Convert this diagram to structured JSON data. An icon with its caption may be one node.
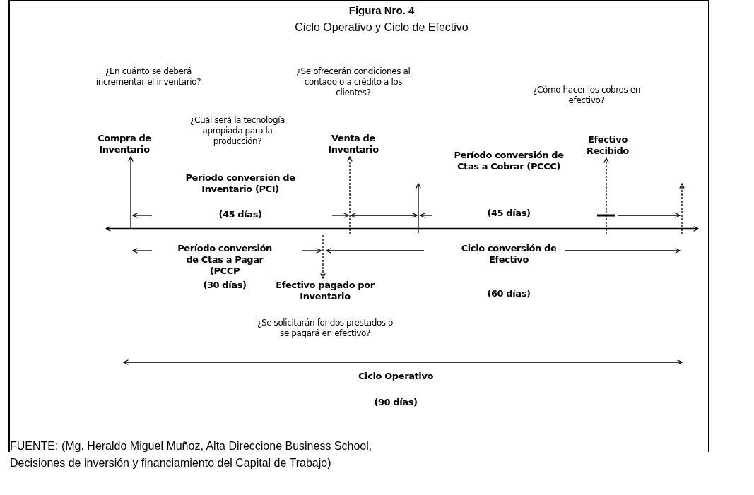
{
  "diagram": {
    "title": "Figura Nro. 4",
    "caption": "FUENTE: (Mg. Heraldo Miguel Muñoz, Alta Direccione Business School, Decisiones de inversión y financiamiento del Capital de Trabajo)",
    "nodes": [
      {
        "text": [
          "Compra de Inventario"
        ]
      },
      {
        "text": [
          "Venta de Inventario"
        ]
      },
      {
        "text": [
          "Efectivo Recibido"
        ]
      },
      {
        "text": [
          "Efectivo pagado por Inventario"
        ]
      }
    ],
    "edges": [
      {
        "from": null,
        "to": 0,
        "arrow": "to"
      },
      {
        "from": null,
        "to": 1,
        "arrow": "to",
        "style": "dashed"
      },
      {
        "from": null,
        "to": 2,
        "arrow": "to",
        "style": "dashed"
      },
      {
        "from": null,
        "to": 3,
        "arrow": "to",
        "style": "dashed"
      }
    ],
    "labels": [
      "Ciclo Operativo y Ciclo de Efectivo",
      "¿En cuánto se deberá incrementar el inventario?",
      "¿Se ofrecerán condiciones al contado o a crédito a los clientes?",
      "¿Cómo hacer los cobros en efectivo?",
      "¿Cuál será la tecnología apropiada para la producción?",
      "Período conversión de Ctas a Cobrar (PCCC)",
      "Periodo conversión de Inventario (PCI)",
      "(45 días)",
      "(45 días)",
      "Período conversión de Ctas a Pagar (PCCP",
      "Ciclo conversión de Efectivo",
      "(30 días)",
      "(60 días)",
      "¿Se solicitarán fondos prestados o se pagará en efectivo?",
      "Ciclo Operativo",
      "(90 días)"
    ]
  }
}
